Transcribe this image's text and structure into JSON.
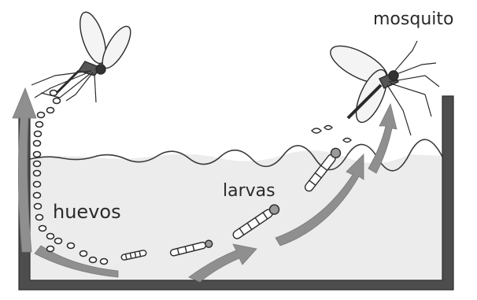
{
  "labels": {
    "mosquito": "mosquito",
    "larvas": "larvas",
    "huevos": "huevos"
  },
  "colors": {
    "tank_wall": "#4d4d4d",
    "water": "#ececec",
    "arrow": "#8f8f8f",
    "ink": "#2a2a2a",
    "wing": "#f4f4f4"
  }
}
